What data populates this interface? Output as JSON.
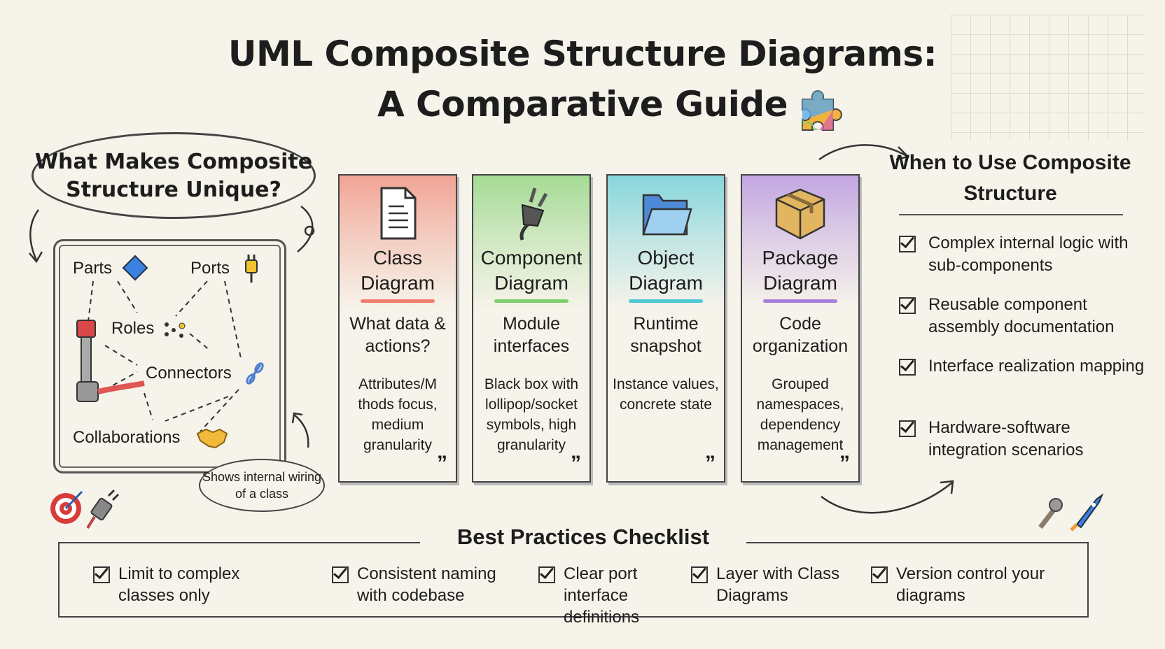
{
  "title": {
    "line1": "UML Composite Structure Diagrams:",
    "line2": "A Comparative Guide"
  },
  "left_panel": {
    "heading": "What Makes Composite Structure Unique?",
    "labels": {
      "parts": "Parts",
      "ports": "Ports",
      "roles": "Roles",
      "connectors": "Connectors",
      "collaborations": "Collaborations"
    },
    "callout": "Shows internal wiring of a class"
  },
  "cards": [
    {
      "title": "Class Diagram",
      "question": "What data & actions?",
      "description": "Attributes/M thods focus, medium granularity",
      "icon": "document-icon",
      "color": "#f07c6a"
    },
    {
      "title": "Component Diagram",
      "question": "Module interfaces",
      "description": "Black box with lollipop/socket symbols, high granularity",
      "icon": "plug-icon",
      "color": "#7ccf6a"
    },
    {
      "title": "Object Diagram",
      "question": "Runtime snapshot",
      "description": "Instance values, concrete state",
      "icon": "folder-icon",
      "color": "#4fc8d6"
    },
    {
      "title": "Package Diagram",
      "question": "Code organization",
      "description": "Grouped namespaces, dependency management",
      "icon": "package-box-icon",
      "color": "#a97fdc"
    }
  ],
  "quote_mark": "”",
  "when_to_use": {
    "heading": "When to Use Composite Structure",
    "items": [
      "Complex internal logic with sub-components",
      "Reusable component assembly documentation",
      "Interface realization mapping",
      "Hardware-software integration scenarios"
    ]
  },
  "checklist": {
    "heading": "Best Practices Checklist",
    "items": [
      "Limit to complex classes only",
      "Consistent naming with codebase",
      "Clear port interface definitions",
      "Layer with Class Diagrams",
      "Version control your diagrams"
    ]
  }
}
